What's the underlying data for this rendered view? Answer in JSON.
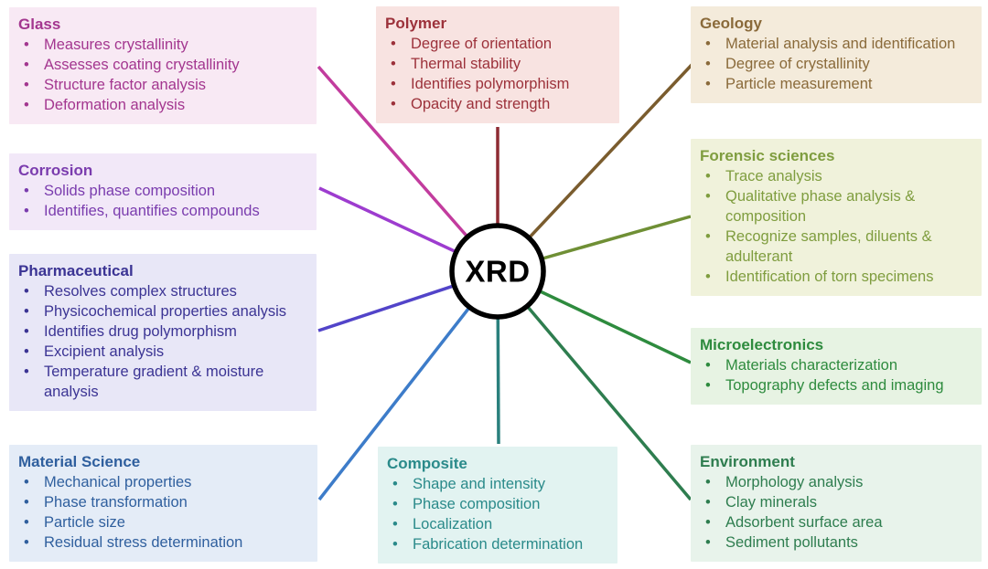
{
  "center": {
    "label": "XRD",
    "fill_color": "#ffffff",
    "border_color": "#000000"
  },
  "fields": [
    {
      "title": "Glass",
      "items": [
        "Measures crystallinity",
        "Assesses coating crystallinity",
        "Structure factor analysis",
        "Deformation analysis"
      ],
      "colors": {
        "text": "#a3368f",
        "background": "#f8e9f4",
        "line": "#c23c9e"
      }
    },
    {
      "title": "Corrosion",
      "items": [
        "Solids phase composition",
        "Identifies, quantifies compounds"
      ],
      "colors": {
        "text": "#7a3cae",
        "background": "#f2e8f8",
        "line": "#9d3ccf"
      }
    },
    {
      "title": "Pharmaceutical",
      "items": [
        "Resolves complex structures",
        "Physicochemical properties analysis",
        "Identifies drug polymorphism",
        "Excipient analysis",
        "Temperature gradient & moisture analysis"
      ],
      "colors": {
        "text": "#3b3494",
        "background": "#e8e7f7",
        "line": "#5244c9"
      }
    },
    {
      "title": "Material Science",
      "items": [
        "Mechanical properties",
        "Phase transformation",
        "Particle size",
        "Residual stress determination"
      ],
      "colors": {
        "text": "#2f5f9e",
        "background": "#e4ecf7",
        "line": "#3d7cc9"
      }
    },
    {
      "title": "Polymer",
      "items": [
        "Degree of orientation",
        "Thermal stability",
        "Identifies polymorphism",
        "Opacity and strength"
      ],
      "colors": {
        "text": "#9c313a",
        "background": "#f8e3e1",
        "line": "#8e2b33"
      }
    },
    {
      "title": "Composite",
      "items": [
        "Shape and intensity",
        "Phase composition",
        "Localization",
        "Fabrication determination"
      ],
      "colors": {
        "text": "#2a8a8a",
        "background": "#e2f3f1",
        "line": "#2a807d"
      }
    },
    {
      "title": "Geology",
      "items": [
        "Material analysis and identification",
        "Degree of crystallinity",
        "Particle measurement"
      ],
      "colors": {
        "text": "#8a6a3a",
        "background": "#f4ebdb",
        "line": "#7a5c2e"
      }
    },
    {
      "title": "Forensic sciences",
      "items": [
        "Trace analysis",
        "Qualitative phase analysis & composition",
        "Recognize samples, diluents & adulterant",
        "Identification of torn specimens"
      ],
      "colors": {
        "text": "#7f9d3f",
        "background": "#f0f2db",
        "line": "#6f8f35"
      }
    },
    {
      "title": "Microelectronics",
      "items": [
        "Materials characterization",
        "Topography defects and imaging"
      ],
      "colors": {
        "text": "#2e8b3e",
        "background": "#e7f3e3",
        "line": "#2e8b3e"
      }
    },
    {
      "title": "Environment",
      "items": [
        "Morphology analysis",
        "Clay minerals",
        "Adsorbent surface area",
        "Sediment pollutants"
      ],
      "colors": {
        "text": "#2e7d4f",
        "background": "#e8f3eb",
        "line": "#2e7d4f"
      }
    }
  ]
}
